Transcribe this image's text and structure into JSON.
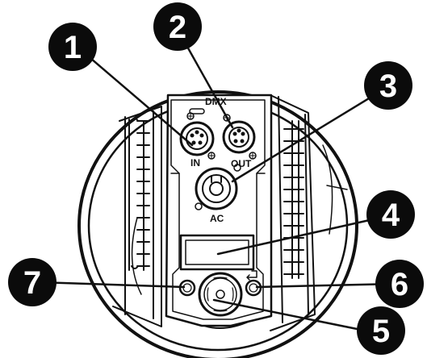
{
  "labels": {
    "dmx": "DMX",
    "in": "IN",
    "out": "OUT",
    "ac": "AC"
  },
  "callouts": {
    "c1": "1",
    "c2": "2",
    "c3": "3",
    "c4": "4",
    "c5": "5",
    "c6": "6",
    "c7": "7"
  },
  "colors": {
    "ink": "#111111",
    "paper": "#ffffff",
    "callout_fill": "#0b0b0b"
  }
}
